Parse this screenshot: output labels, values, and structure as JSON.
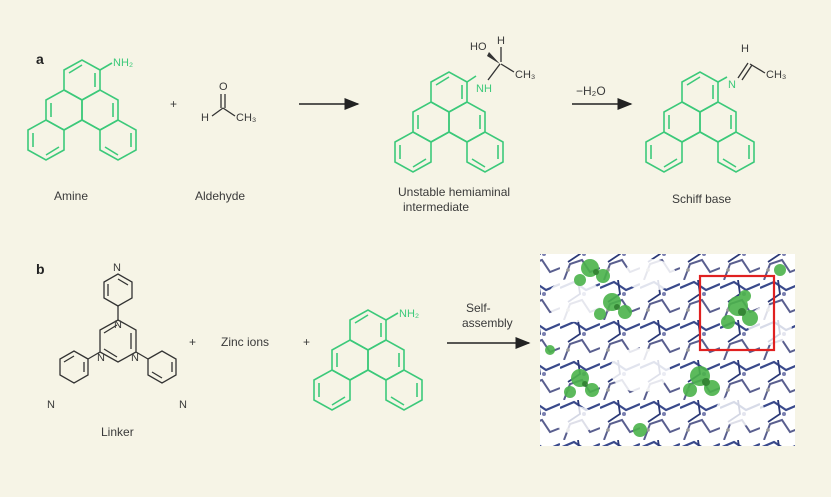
{
  "panel_a": {
    "label": "a",
    "compound_amine": {
      "caption": "Amine",
      "group": "NH₂"
    },
    "compound_aldehyde": {
      "caption": "Aldehyde",
      "atom_o": "O",
      "atom_h": "H",
      "group": "CH₃"
    },
    "plus_1": "+",
    "compound_hemiaminal": {
      "caption_line1": "Unstable hemiaminal",
      "caption_line2": "intermediate",
      "atom_ho": "HO",
      "atom_h": "H",
      "atom_nh": "NH",
      "group": "CH₃"
    },
    "arrow_2_label": "−H₂O",
    "compound_schiff": {
      "caption": "Schiff base",
      "atom_h": "H",
      "atom_n": "N",
      "group": "CH₃"
    }
  },
  "panel_b": {
    "label": "b",
    "linker": {
      "caption": "Linker",
      "atom_n": "N"
    },
    "plus_1": "+",
    "zinc": "Zinc ions",
    "plus_2": "+",
    "amine_group": "NH₂",
    "arrow_label_line1": "Self-",
    "arrow_label_line2": "assembly"
  },
  "colors": {
    "molecule_green": "#3cc97a",
    "highlight_box": "#e02020",
    "framework_blue": "#3a4a8c"
  }
}
